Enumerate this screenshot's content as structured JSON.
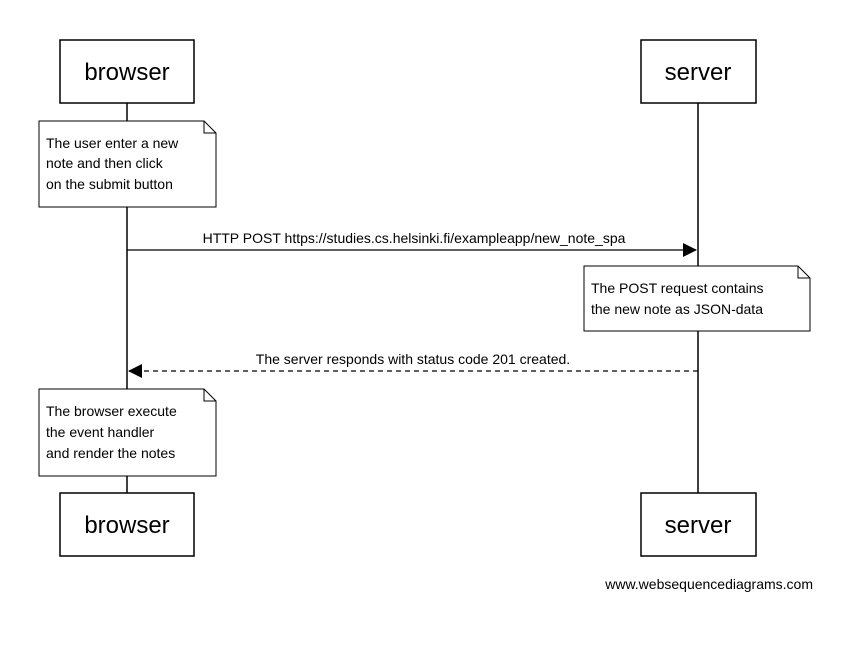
{
  "participants": {
    "browser": "browser",
    "server": "server"
  },
  "notes": {
    "user_action": [
      "The user enter a new",
      "note and then click",
      "on the submit button"
    ],
    "post_request": [
      "The POST request contains",
      "the new note as JSON-data"
    ],
    "browser_render": [
      "The browser execute",
      "the event handler",
      "and render the notes"
    ]
  },
  "messages": {
    "post": "HTTP POST https://studies.cs.helsinki.fi/exampleapp/new_note_spa",
    "response": "The server responds with status code 201 created."
  },
  "watermark": "www.websequencediagrams.com"
}
